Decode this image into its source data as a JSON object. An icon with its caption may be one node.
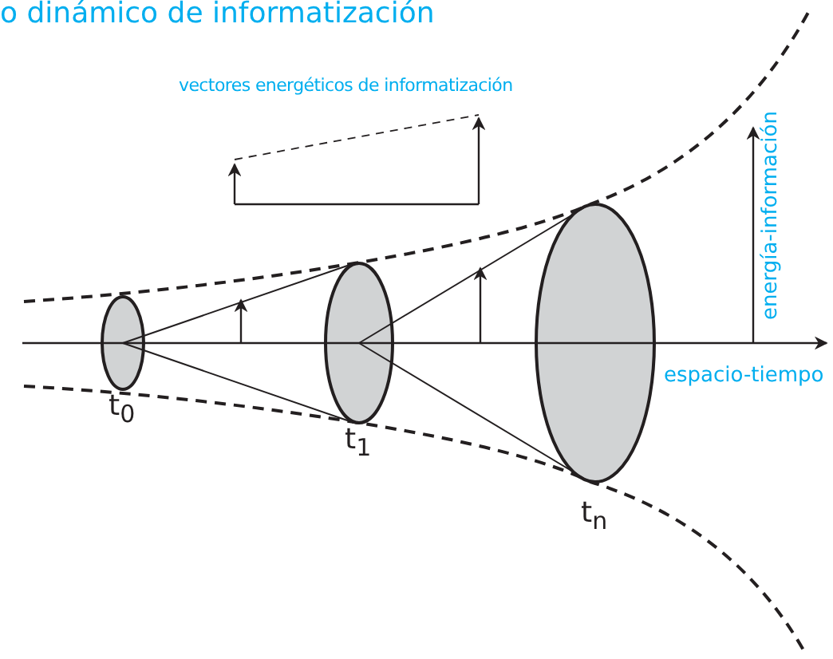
{
  "diagram": {
    "title": "o dinámico de informatización",
    "labels": [
      "vectores energéticos de informatización",
      "energía-información",
      "espacio-tiempo",
      "t$_{0}$",
      "t$_{1}$",
      "t$_{n}$"
    ]
  }
}
